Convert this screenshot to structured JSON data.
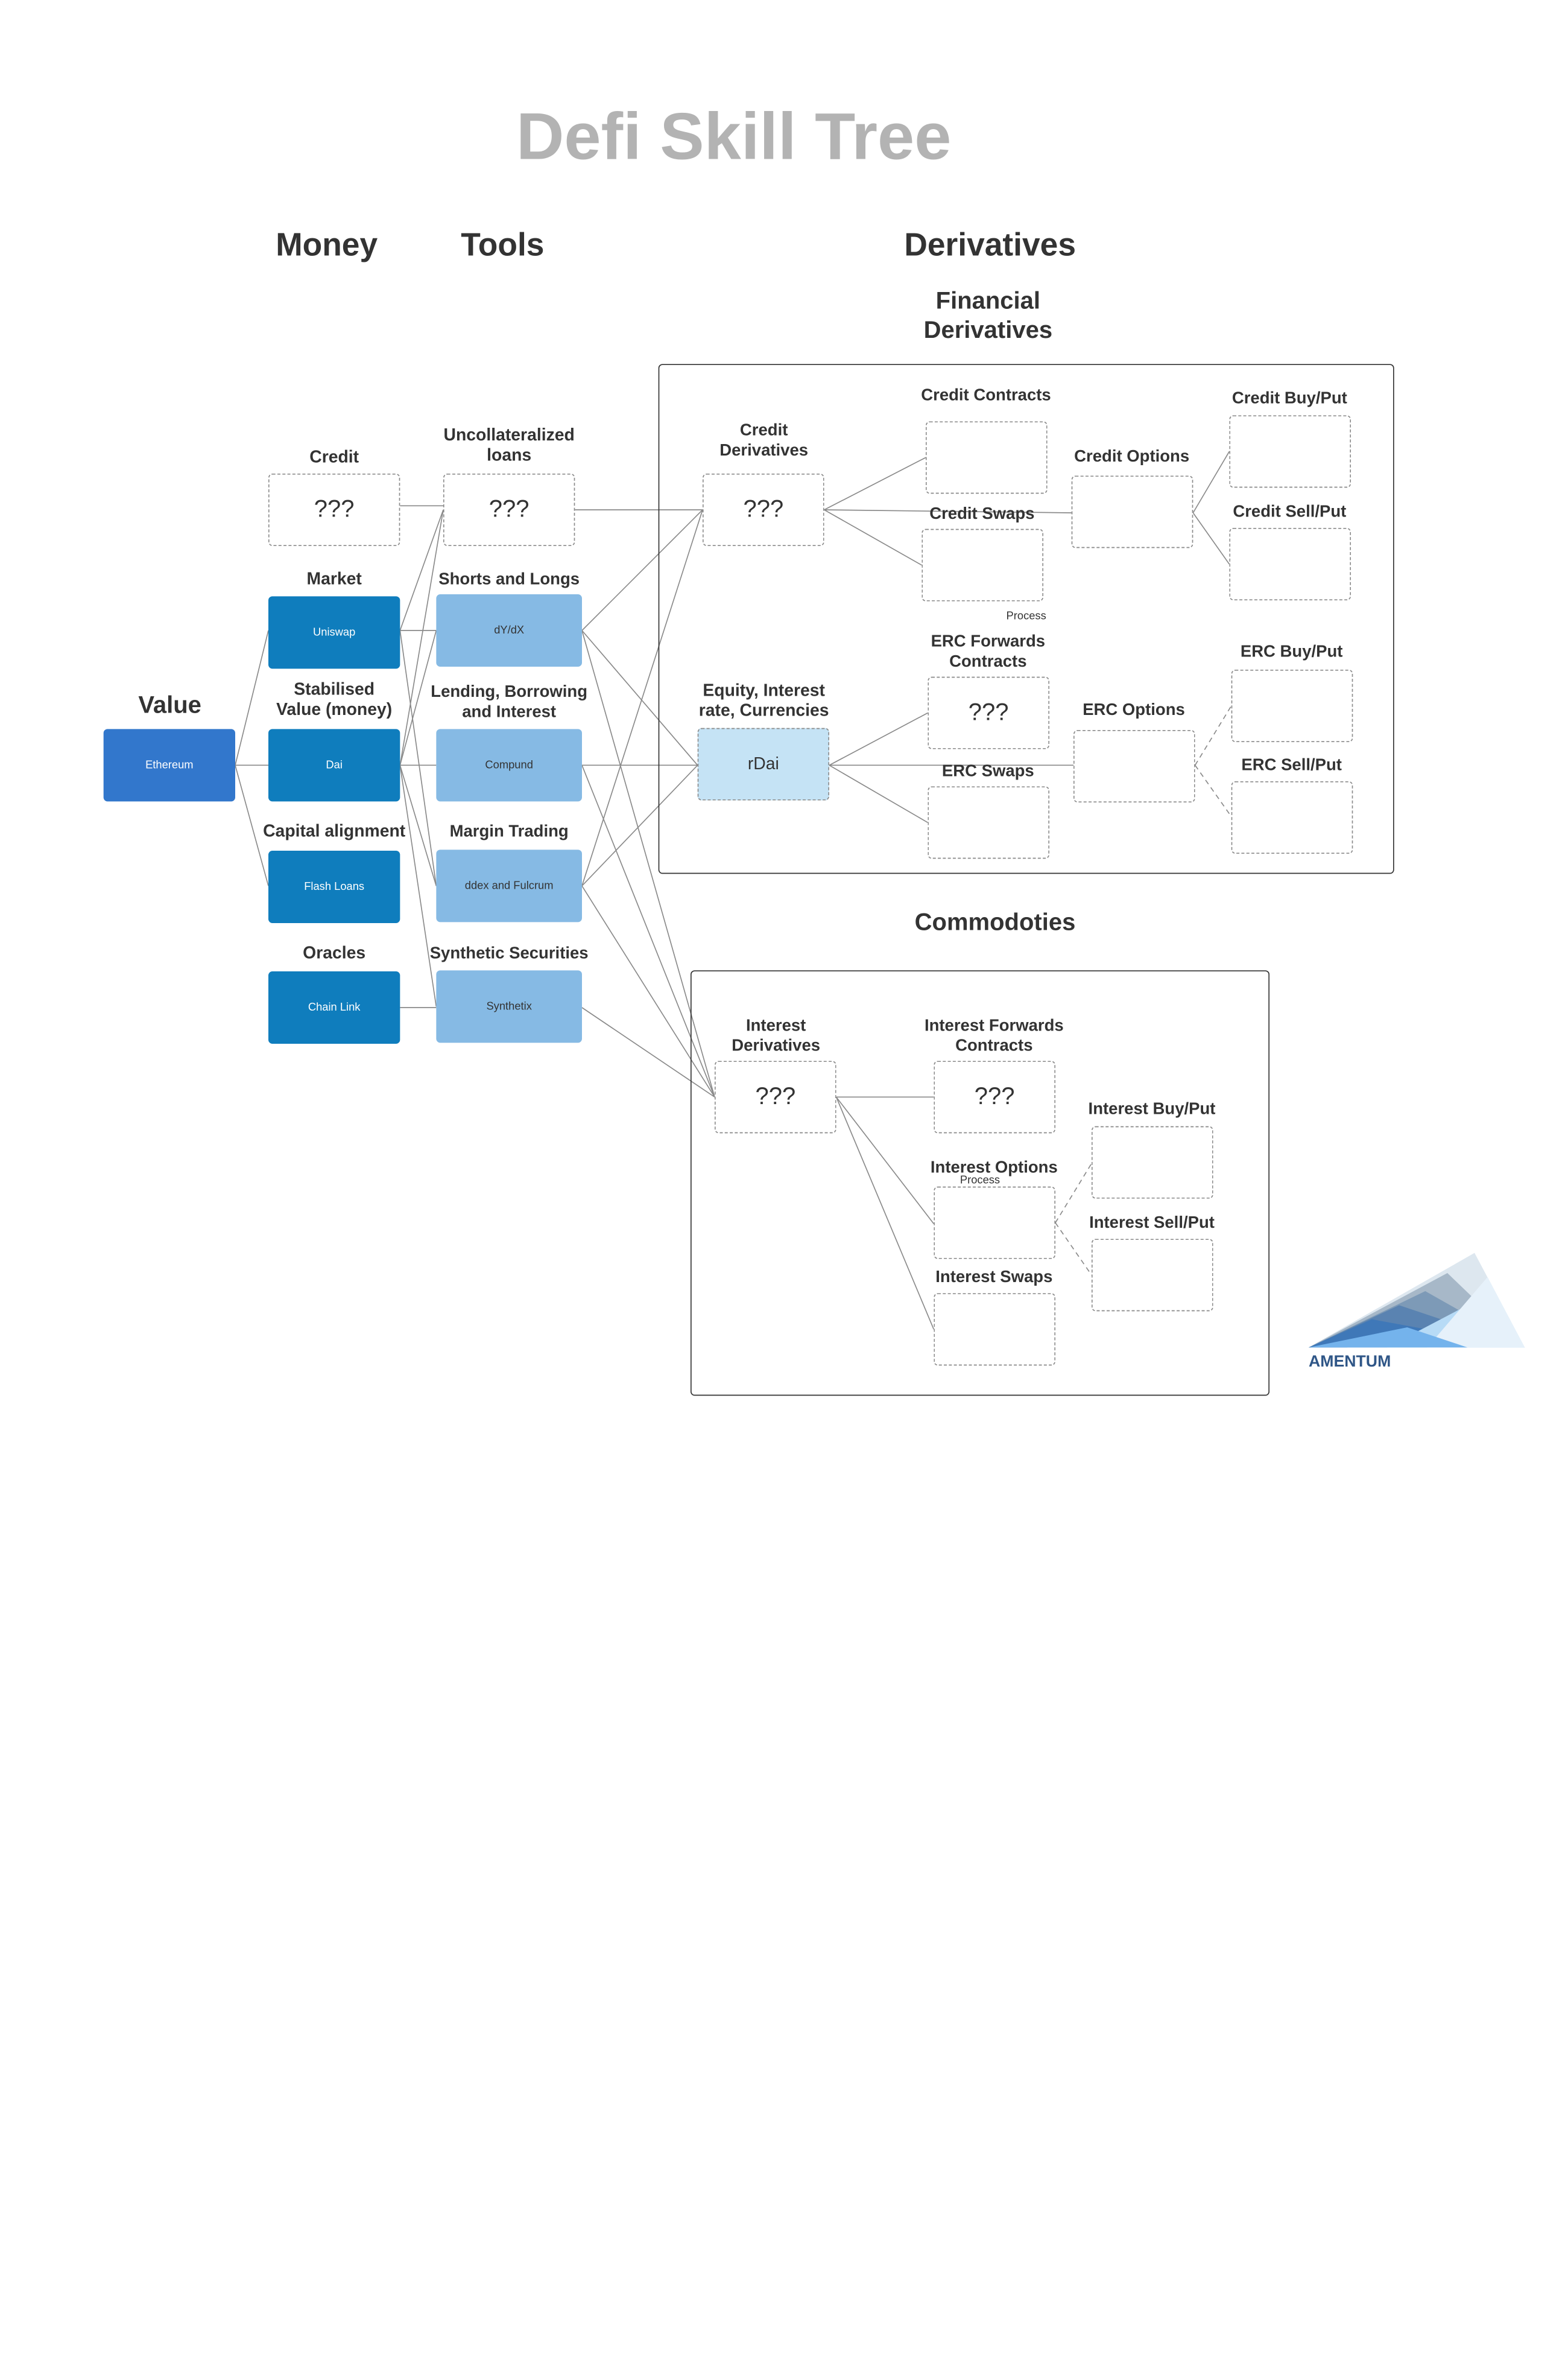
{
  "title": "Defi Skill Tree",
  "sections": {
    "money": "Money",
    "tools": "Tools",
    "derivatives": "Derivatives",
    "financial": "Financial\nDerivatives",
    "commodities": "Commodoties"
  },
  "value": {
    "label": "Value",
    "node": "Ethereum"
  },
  "money": {
    "credit": {
      "label": "Credit",
      "node": "???"
    },
    "market": {
      "label": "Market",
      "node": "Uniswap"
    },
    "stabilised": {
      "label": "Stabilised\nValue (money)",
      "node": "Dai"
    },
    "capital": {
      "label": "Capital alignment",
      "node": "Flash Loans"
    },
    "oracles": {
      "label": "Oracles",
      "node": "Chain Link"
    }
  },
  "tools": {
    "uncollateralized": {
      "label": "Uncollateralized\nloans",
      "node": "???"
    },
    "shorts": {
      "label": "Shorts and Longs",
      "node": "dY/dX"
    },
    "lending": {
      "label": "Lending, Borrowing\nand Interest",
      "node": "Compund"
    },
    "margin": {
      "label": "Margin Trading",
      "node": "ddex and Fulcrum"
    },
    "synthetic": {
      "label": "Synthetic Securities",
      "node": "Synthetix"
    }
  },
  "financial": {
    "credit_derivatives": {
      "label": "Credit\nDerivatives",
      "node": "???"
    },
    "credit_contracts": {
      "label": "Credit Contracts",
      "node": ""
    },
    "credit_swaps": {
      "label": "Credit Swaps",
      "node": ""
    },
    "credit_options": {
      "label": "Credit Options",
      "node": ""
    },
    "credit_buy": {
      "label": "Credit Buy/Put",
      "node": ""
    },
    "credit_sell": {
      "label": "Credit Sell/Put",
      "node": ""
    },
    "process_label": "Process",
    "equity": {
      "label": "Equity, Interest\nrate, Currencies",
      "node": "rDai"
    },
    "erc_forwards": {
      "label": "ERC Forwards\nContracts",
      "node": "???"
    },
    "erc_swaps": {
      "label": "ERC Swaps",
      "node": ""
    },
    "erc_options": {
      "label": "ERC Options",
      "node": ""
    },
    "erc_buy": {
      "label": "ERC Buy/Put",
      "node": ""
    },
    "erc_sell": {
      "label": "ERC Sell/Put",
      "node": ""
    }
  },
  "commodities": {
    "interest_derivatives": {
      "label": "Interest\nDerivatives",
      "node": "???"
    },
    "interest_forwards": {
      "label": "Interest Forwards\nContracts",
      "node": "???"
    },
    "interest_options": {
      "label": "Interest Options",
      "node": ""
    },
    "process_label": "Process",
    "interest_swaps": {
      "label": "Interest Swaps",
      "node": ""
    },
    "interest_buy": {
      "label": "Interest Buy/Put",
      "node": ""
    },
    "interest_sell": {
      "label": "Interest Sell/Put",
      "node": ""
    }
  },
  "logo": {
    "text": "AMENTUM"
  }
}
